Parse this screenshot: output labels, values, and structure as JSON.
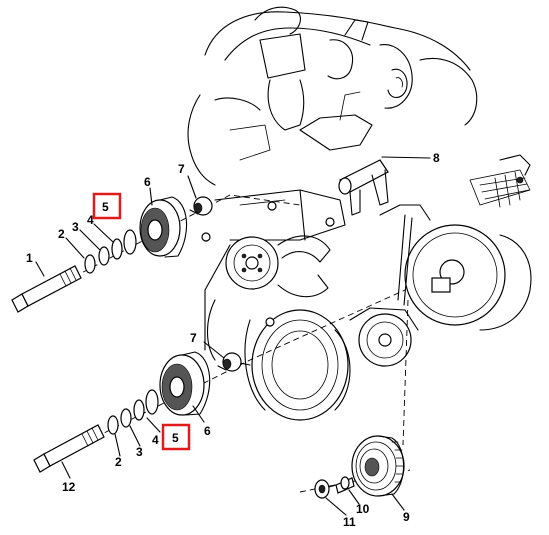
{
  "callouts": {
    "c1": "1",
    "c2a": "2",
    "c3a": "3",
    "c4a": "4",
    "c5a": "5",
    "c6a": "6",
    "c7a": "7",
    "c8": "8",
    "c7b": "7",
    "c6b": "6",
    "c5b": "5",
    "c4b": "4",
    "c3b": "3",
    "c2b": "2",
    "c12": "12",
    "c9": "9",
    "c10": "10",
    "c11": "11"
  },
  "colors": {
    "highlight": "#e11b1b",
    "ink": "#000000"
  }
}
